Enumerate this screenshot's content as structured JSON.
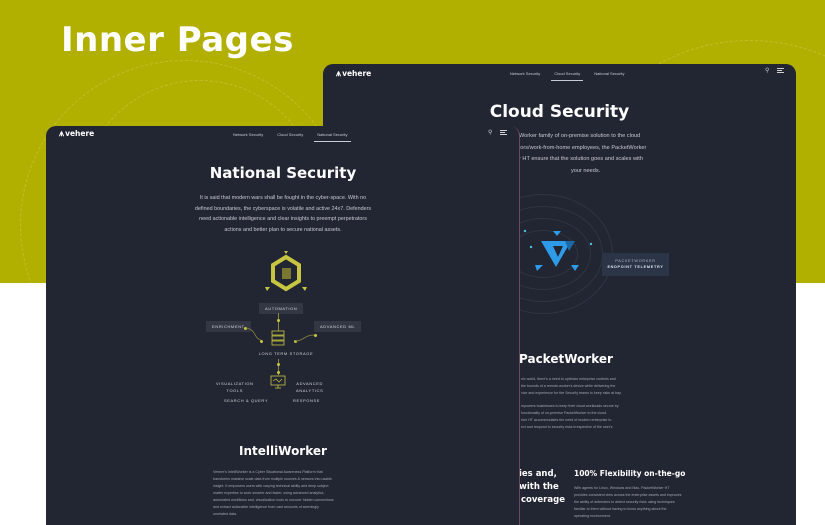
{
  "page": {
    "title": "Inner Pages",
    "bg_color": "#b1b000"
  },
  "brand": {
    "logo_text": "vehere",
    "logo_mark": "⩚"
  },
  "cloud_window": {
    "nav": [
      "Network Security",
      "Cloud Security",
      "National Security"
    ],
    "active_nav": "Cloud Security",
    "heading": "Cloud Security",
    "intro": [
      "Worker family of on-premise solution to the cloud",
      "iors/work-from-home employees, the PacketWorker",
      "r HT ensure that the solution goes and scales with",
      "your needs."
    ],
    "graphic_box": {
      "line1": "PACKETWORKER",
      "line2": "ENDPOINT TELEMETRY"
    },
    "section_heading": "PacketWorker",
    "section_para1": [
      "nic world, there's a need to optimize enterprise controls and",
      "the bounds of a remote-worker's device while delivering the",
      "vice and experience for the Security teams to keep risks at bay."
    ],
    "section_para2": [
      "mpowers businesses to keep their cloud workloads secure by",
      "functionality of on-premise PacketWorker to the cloud.",
      "rker HT accommodates the need of modern enterprise to",
      "ect and respond to security risks irrespective of the user's"
    ],
    "partial_heading": [
      "ies and,",
      "with the",
      "coverage"
    ],
    "flex_heading": "100% Flexibility on-the-go",
    "flex_para": [
      "With agents for Linux, Windows and Mac, PacketWorker HT",
      "provides consistent view across the enterprise assets and improves",
      "the ability of defenders to detect security risks using techniques",
      "familiar to them without having to know anything about the",
      "operating environment."
    ]
  },
  "national_window": {
    "nav": [
      "Network Security",
      "Cloud Security",
      "National Security"
    ],
    "active_nav": "National Security",
    "heading": "National Security",
    "intro": [
      "It is said that modern wars shall be fought in the cyber-space. With no",
      "defined boundaries, the cyberspace is volatile and active 24x7. Defenders",
      "need actionable intelligence and clear insights to preempt perpetrators",
      "actions and better plan to secure national assets."
    ],
    "diagram": {
      "automation": "AUTOMATION",
      "enrichment": "ENRICHMENT",
      "advanced_ml": "ADVANCED ML",
      "storage": "LONG TERM STORAGE",
      "visualization": [
        "VISUALIZATION",
        "TOOLS"
      ],
      "analytics": [
        "ADVANCED",
        "ANALYTICS"
      ],
      "search": "SEARCH & QUERY",
      "response": "RESPONSE"
    },
    "section_heading": "IntelliWorker",
    "section_para": [
      "Vehere's IntelliWorker is a Cyber Situational Awareness Platform that",
      "transforms massive scale data from multiple sources & sensors into usable",
      "insight. It empowers users with varying technical ability and deep subject",
      "matter expertise to work smarter and faster, using advanced analytics,",
      "automated workflows and, visualization tools to uncover hidden connections",
      "and extract actionable intelligence from vast amounts of seemingly",
      "unrelated data."
    ]
  }
}
